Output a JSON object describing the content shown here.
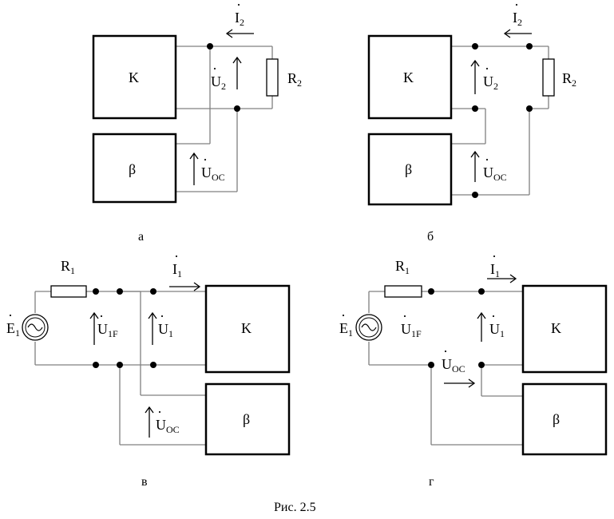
{
  "panels": {
    "a": {
      "caption": "а",
      "amplifier": "K",
      "feedback": "β",
      "current": {
        "main": "I",
        "sub": "2"
      },
      "voltage_out": {
        "main": "U",
        "sub": "2"
      },
      "voltage_fb": {
        "main": "U",
        "sub": "OC"
      },
      "resistor": {
        "main": "R",
        "sub": "2"
      }
    },
    "b": {
      "caption": "б",
      "amplifier": "K",
      "feedback": "β",
      "current": {
        "main": "I",
        "sub": "2"
      },
      "voltage_out": {
        "main": "U",
        "sub": "2"
      },
      "voltage_fb": {
        "main": "U",
        "sub": "OC"
      },
      "resistor": {
        "main": "R",
        "sub": "2"
      }
    },
    "v": {
      "caption": "в",
      "amplifier": "K",
      "feedback": "β",
      "resistor": {
        "main": "R",
        "sub": "1"
      },
      "source": {
        "main": "E",
        "sub": "1"
      },
      "current": {
        "main": "I",
        "sub": "1"
      },
      "voltage_in": {
        "main": "U",
        "sub": "1F"
      },
      "voltage_1": {
        "main": "U",
        "sub": "1"
      },
      "voltage_fb": {
        "main": "U",
        "sub": "OC"
      }
    },
    "g": {
      "caption": "г",
      "amplifier": "K",
      "feedback": "β",
      "resistor": {
        "main": "R",
        "sub": "1"
      },
      "source": {
        "main": "E",
        "sub": "1"
      },
      "current": {
        "main": "I",
        "sub": "1"
      },
      "voltage_in": {
        "main": "U",
        "sub": "1F"
      },
      "voltage_1": {
        "main": "U",
        "sub": "1"
      },
      "voltage_fb": {
        "main": "U",
        "sub": "OC"
      }
    }
  },
  "figure_caption": "Рис. 2.5"
}
